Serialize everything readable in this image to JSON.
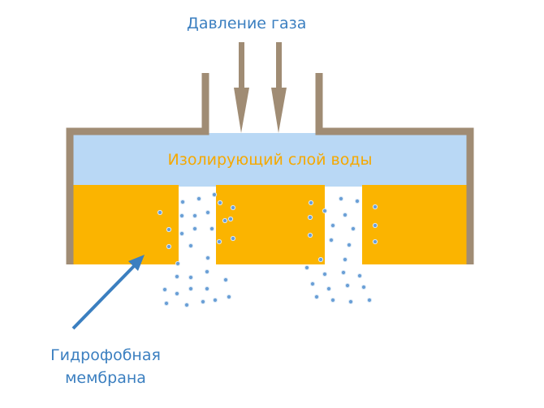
{
  "labels": {
    "gas_pressure": "Давление газа",
    "water_layer": "Изолирующий слой воды",
    "membrane_line1": "Гидрофобная",
    "membrane_line2": "мембрана"
  },
  "colors": {
    "wall": "#a08c74",
    "water": "#b9d8f5",
    "membrane": "#fbb400",
    "dots": "#6a9fd6",
    "label_blue": "#3b7fc0",
    "label_orange": "#f5a800"
  }
}
